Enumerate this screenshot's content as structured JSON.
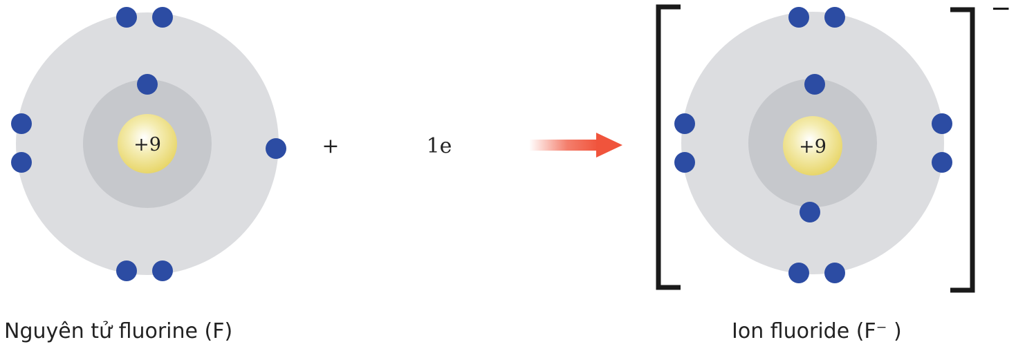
{
  "atom": {
    "nucleus_label": "+9",
    "caption": "Nguyên tử fluorine (F)"
  },
  "reaction": {
    "plus": "+",
    "electron": "1e"
  },
  "ion": {
    "nucleus_label": "+9",
    "caption": "Ion fluoride  (F⁻  )",
    "charge": "−"
  },
  "colors": {
    "outer_shell": "#dcdde0",
    "inner_shell": "#c6c8cc",
    "nucleus": "#efe28a",
    "electron": "#2c4ca3",
    "arrow": "#f0543c",
    "bracket": "#1a1a1a"
  }
}
